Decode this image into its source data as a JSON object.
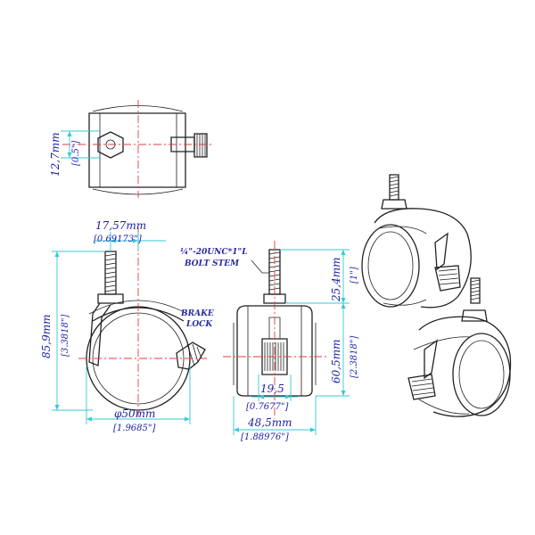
{
  "top_view": {
    "dim_mm": "12,7mm",
    "dim_in": "[0.5\"]"
  },
  "side_view": {
    "stem_offset_mm": "17,57mm",
    "stem_offset_in": "[0.69173\"]",
    "height_mm": "85,9mm",
    "height_in": "[3.3818\"]",
    "wheel_dia_mm": "φ50mm",
    "wheel_dia_in": "[1.9685\"]",
    "brake_label_line1": "BRAKE",
    "brake_label_line2": "LOCK"
  },
  "front_view": {
    "stem_label_line1": "¼\"-20UNC*1\"L",
    "stem_label_line2": "BOLT STEM",
    "stem_len_mm": "25,4mm",
    "stem_len_in": "[1\"]",
    "body_height_mm": "60,5mm",
    "body_height_in": "[2.3818\"]",
    "hub_width_mm": "19,5",
    "hub_width_in": "[0.7677\"]",
    "total_width_mm": "48,5mm",
    "total_width_in": "[1.88976\"]"
  },
  "colors": {
    "outline": "#222222",
    "center_line": "#e23c3c",
    "dimension_line": "#35c9d6",
    "dimension_text": "#1b1ea8"
  }
}
